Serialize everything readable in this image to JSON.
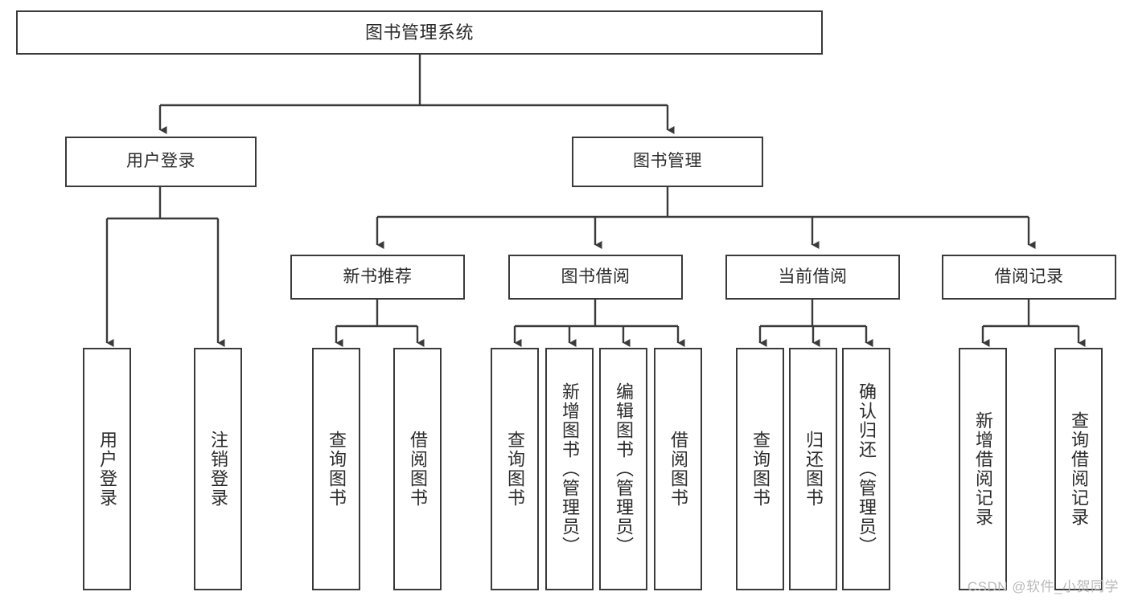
{
  "diagram": {
    "title": "图书管理系统",
    "type": "tree",
    "watermark": "CSDN @软件_小贺同学",
    "colors": {
      "box_border": "#3a3a3a",
      "box_fill": "#ffffff",
      "text": "#2b2b2b",
      "connector": "#3a3a3a",
      "watermark": "#b9b9b9",
      "background": "#ffffff"
    },
    "levels": {
      "root": {
        "label": "图书管理系统"
      },
      "level2": [
        {
          "label": "用户登录"
        },
        {
          "label": "图书管理"
        }
      ],
      "level3": [
        {
          "label": "新书推荐"
        },
        {
          "label": "图书借阅"
        },
        {
          "label": "当前借阅"
        },
        {
          "label": "借阅记录"
        }
      ],
      "leaves": [
        {
          "label": "用户登录",
          "parent": "用户登录"
        },
        {
          "label": "注销登录",
          "parent": "用户登录"
        },
        {
          "label": "查询图书",
          "parent": "新书推荐"
        },
        {
          "label": "借阅图书",
          "parent": "新书推荐"
        },
        {
          "label": "查询图书",
          "parent": "图书借阅"
        },
        {
          "label": "新增图书（管理员）",
          "parent": "图书借阅"
        },
        {
          "label": "编辑图书（管理员）",
          "parent": "图书借阅"
        },
        {
          "label": "借阅图书",
          "parent": "图书借阅"
        },
        {
          "label": "查询图书",
          "parent": "当前借阅"
        },
        {
          "label": "归还图书",
          "parent": "当前借阅"
        },
        {
          "label": "确认归还（管理员）",
          "parent": "当前借阅"
        },
        {
          "label": "新增借阅记录",
          "parent": "借阅记录"
        },
        {
          "label": "查询借阅记录",
          "parent": "借阅记录"
        }
      ]
    }
  }
}
